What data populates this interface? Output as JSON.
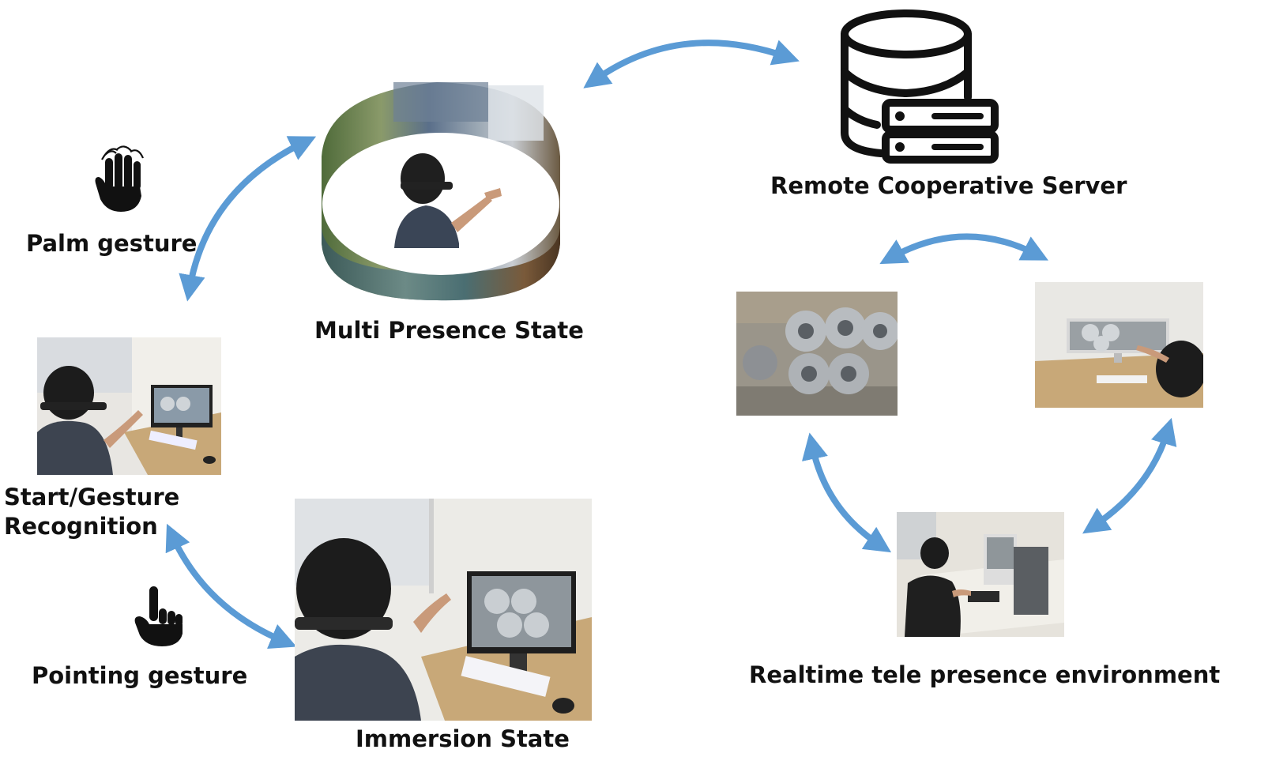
{
  "labels": {
    "palm_gesture": "Palm gesture",
    "multi_presence": "Multi Presence State",
    "remote_server": "Remote Cooperative Server",
    "start_gesture_line1": "Start/Gesture",
    "start_gesture_line2": "Recognition",
    "pointing_gesture": "Pointing gesture",
    "immersion_state": "Immersion State",
    "realtime_env": "Realtime tele presence environment"
  },
  "icons": {
    "palm": "palm-gesture-icon",
    "pointing": "pointing-gesture-icon",
    "server": "database-server-icon"
  },
  "colors": {
    "arrow": "#5b9bd5",
    "text": "#111111",
    "icon": "#111111"
  }
}
